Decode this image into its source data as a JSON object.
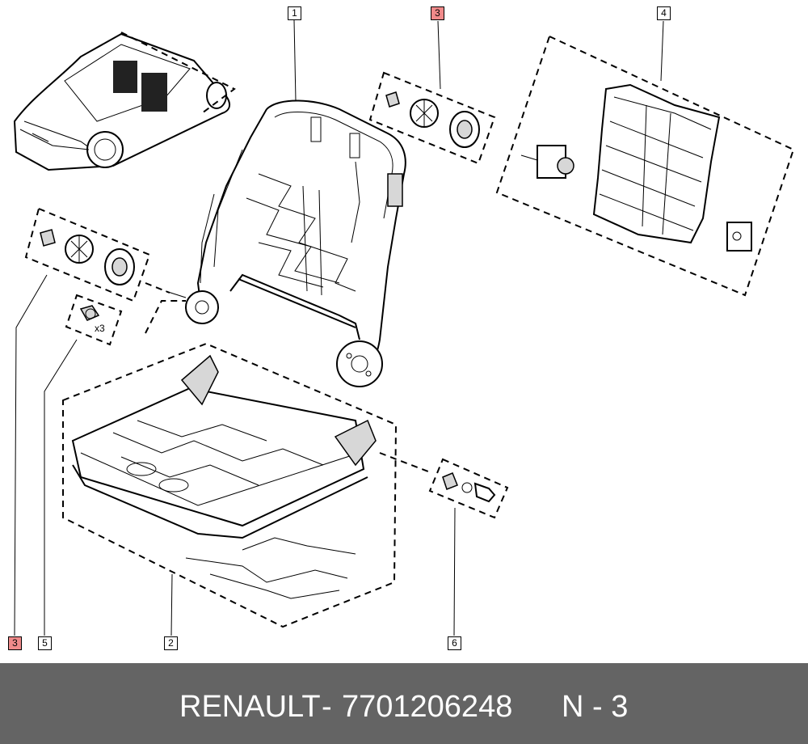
{
  "callouts": [
    {
      "label": "1",
      "highlighted": false
    },
    {
      "label": "2",
      "highlighted": false
    },
    {
      "label": "3",
      "highlighted": true
    },
    {
      "label": "3",
      "highlighted": true
    },
    {
      "label": "4",
      "highlighted": false
    },
    {
      "label": "5",
      "highlighted": false
    },
    {
      "label": "6",
      "highlighted": false
    }
  ],
  "quantity_label": "x3",
  "footer": {
    "brand": "RENAULT",
    "separator": "-",
    "part_number": "7701206248",
    "position": "N - 3"
  },
  "colors": {
    "highlight": "#f08a8a",
    "footer_bg": "#646464",
    "footer_text": "#ffffff"
  }
}
